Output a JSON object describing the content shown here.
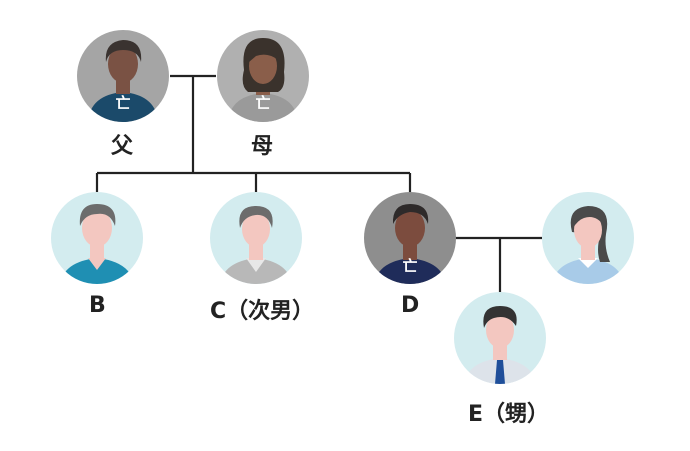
{
  "persons": {
    "father": {
      "label": "父",
      "deceased_mark": "亡",
      "skin": "#7a5244",
      "hair": "#3a3330",
      "shirt": "#1b4a6a",
      "bg": "#a5a5a5"
    },
    "mother": {
      "label": "母",
      "deceased_mark": "亡",
      "skin": "#8a5e4a",
      "hair": "#3a322c",
      "shirt": "#9a9a9a",
      "bg": "#b0b0b0"
    },
    "b": {
      "label": "B",
      "skin": "#f3c7c0",
      "hair": "#6c6c6c",
      "shirt": "#1f8fb3",
      "bg": "#d3ecef"
    },
    "c": {
      "label": "C（次男）",
      "skin": "#f3c7c0",
      "hair": "#6c6c6c",
      "shirt": "#b8b8b8",
      "bg": "#d3ecef"
    },
    "d": {
      "label": "D",
      "deceased_mark": "亡",
      "skin": "#7c4c3e",
      "hair": "#2e2a2a",
      "shirt": "#1f2c5a",
      "bg": "#8e8e8e"
    },
    "spouse": {
      "skin": "#f3c7c0",
      "hair": "#4a4a4a",
      "shirt": "#a8cbe8",
      "bg": "#d3ecef"
    },
    "e": {
      "label": "E（甥）",
      "skin": "#f3c7c0",
      "hair": "#333333",
      "shirt": "#dde3ea",
      "tie": "#1f4f9a",
      "bg": "#d3ecef"
    }
  },
  "line_color": "#222222"
}
